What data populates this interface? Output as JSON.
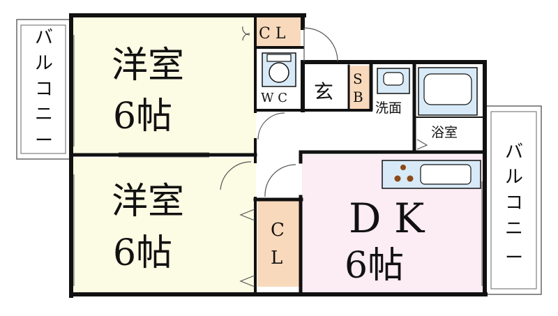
{
  "floorplan": {
    "room_top_name": "洋室",
    "room_top_size": "6帖",
    "room_bottom_name": "洋室",
    "room_bottom_size": "6帖",
    "dk_name": "D K",
    "dk_size": "6帖",
    "closet_top": "C L",
    "closet_bottom_c": "C",
    "closet_bottom_l": "L",
    "toilet": "W C",
    "entrance": "玄",
    "shoebox_s": "S",
    "shoebox_b": "B",
    "washroom": "洗面",
    "bathroom": "浴室",
    "balcony_left": [
      "バ",
      "ル",
      "コ",
      "ニ",
      "ー"
    ],
    "balcony_right": [
      "バ",
      "ル",
      "コ",
      "ニ",
      "ー"
    ]
  },
  "colors": {
    "room_fill": "#fcfbe3",
    "dk_fill": "#fcecf4",
    "closet_fill": "#f9d9bb",
    "wet_fill": "#d8eaf7",
    "wall": "#111111",
    "balcony_fill": "#ffffff"
  }
}
